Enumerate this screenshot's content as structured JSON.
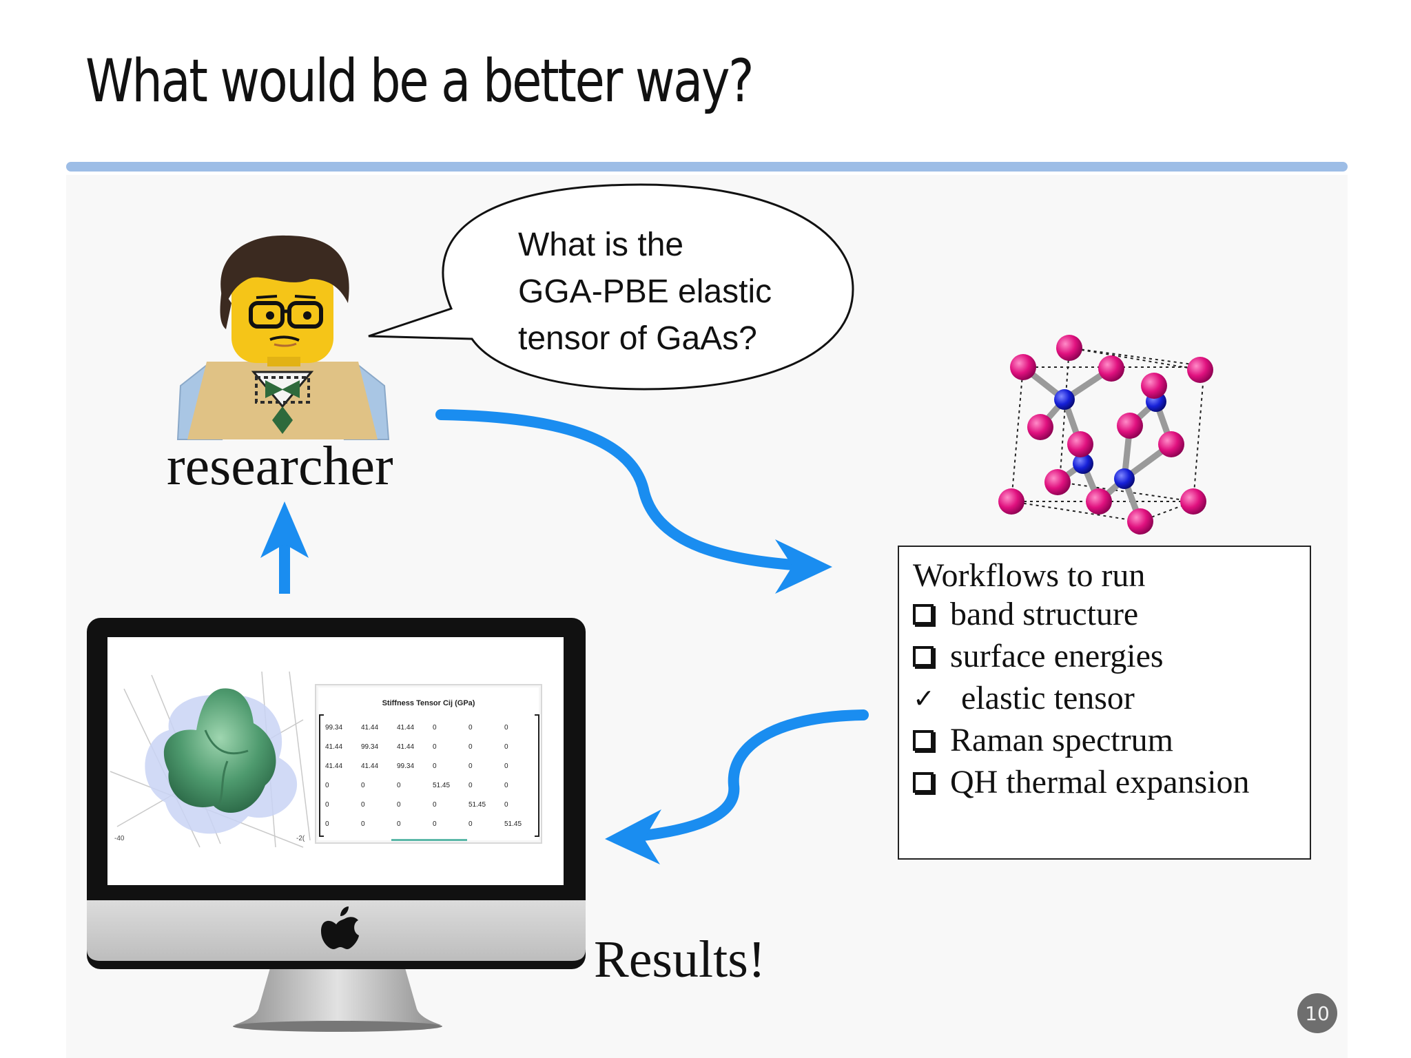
{
  "slide": {
    "title": "What would be a better way?",
    "page_number": "10"
  },
  "speech_bubble": {
    "lines": [
      "What is the",
      "GGA-PBE elastic",
      "tensor of GaAs?"
    ]
  },
  "researcher": {
    "label": "researcher"
  },
  "workflows": {
    "title": "Workflows to run",
    "items": [
      {
        "label": "band structure",
        "state": "unchecked"
      },
      {
        "label": "surface energies",
        "state": "unchecked"
      },
      {
        "label": "elastic tensor",
        "state": "checked"
      },
      {
        "label": "Raman spectrum",
        "state": "unchecked"
      },
      {
        "label": "QH thermal expansion",
        "state": "unchecked"
      }
    ],
    "check_glyph": "✓"
  },
  "results": {
    "label": "Results!"
  },
  "screen": {
    "table_title": "Stiffness Tensor Cij (GPa)",
    "matrix": [
      [
        "99.34",
        "41.44",
        "41.44",
        "0",
        "0",
        "0"
      ],
      [
        "41.44",
        "99.34",
        "41.44",
        "0",
        "0",
        "0"
      ],
      [
        "41.44",
        "41.44",
        "99.34",
        "0",
        "0",
        "0"
      ],
      [
        "0",
        "0",
        "0",
        "51.45",
        "0",
        "0"
      ],
      [
        "0",
        "0",
        "0",
        "0",
        "51.45",
        "0"
      ],
      [
        "0",
        "0",
        "0",
        "0",
        "0",
        "51.45"
      ]
    ],
    "axis_left": "-40",
    "axis_right": "-2("
  },
  "colors": {
    "arrow": "#1a8df0",
    "title_rule": "#9dbde6",
    "atom_ga": "#e0117f",
    "atom_as": "#1620d8",
    "lego_skin": "#f5c518",
    "lego_hair": "#3b2a20",
    "lego_sweater": "#e0c285",
    "lego_arm": "#a9c6e4"
  },
  "icons": [
    "apple-logo-icon",
    "checkbox-icon",
    "checkmark-icon"
  ]
}
